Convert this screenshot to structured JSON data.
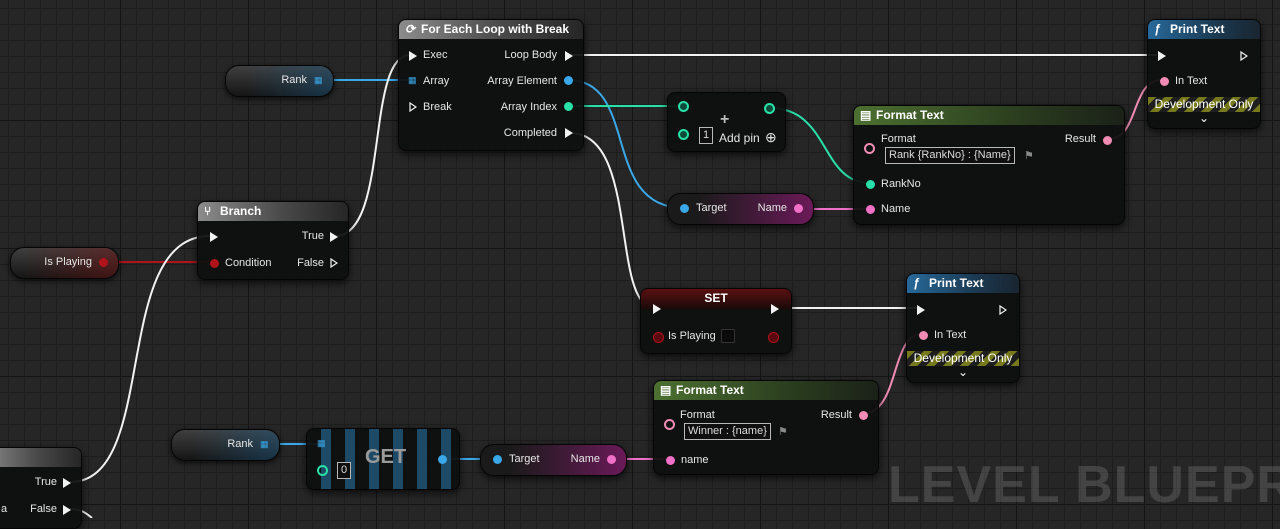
{
  "watermark": "LEVEL BLUEPRIN",
  "colors": {
    "exec": "#f2f2f2",
    "int": "#28e0a8",
    "string": "#f070c8",
    "text": "#f08cb4",
    "bool": "#b0141a",
    "object": "#3aa8e8"
  },
  "foreach": {
    "title": "For Each Loop with Break",
    "exec": "Exec",
    "array": "Array",
    "break": "Break",
    "loop_body": "Loop Body",
    "array_element": "Array Element",
    "array_index": "Array Index",
    "completed": "Completed"
  },
  "rank_var_top": {
    "label": "Rank"
  },
  "rank_var_bottom": {
    "label": "Rank"
  },
  "is_playing_var": {
    "label": "Is Playing"
  },
  "branch_top": {
    "title": "Branch",
    "condition": "Condition",
    "true": "True",
    "false": "False"
  },
  "branch_partial": {
    "true": "True",
    "false": "False",
    "a_label": "a"
  },
  "add_node": {
    "symbol": "+",
    "count": "1",
    "add_pin": "Add pin",
    "add_icon": "⊕"
  },
  "name_get_top": {
    "target": "Target",
    "name": "Name"
  },
  "name_get_bottom": {
    "target": "Target",
    "name": "Name"
  },
  "format_text_top": {
    "title": "Format Text",
    "format": "Format",
    "format_value": "Rank {RankNo} : {Name}",
    "result": "Result",
    "rankno": "RankNo",
    "name": "Name"
  },
  "format_text_bottom": {
    "title": "Format Text",
    "format": "Format",
    "format_value": "Winner : {name}",
    "result": "Result",
    "name": "name"
  },
  "print_text_top": {
    "title": "Print Text",
    "in_text": "In Text",
    "dev_only": "Development Only"
  },
  "print_text_bottom": {
    "title": "Print Text",
    "in_text": "In Text",
    "dev_only": "Development Only"
  },
  "set_node": {
    "title": "SET",
    "is_playing": "Is Playing"
  },
  "get_node": {
    "title": "GET",
    "index": "0"
  }
}
